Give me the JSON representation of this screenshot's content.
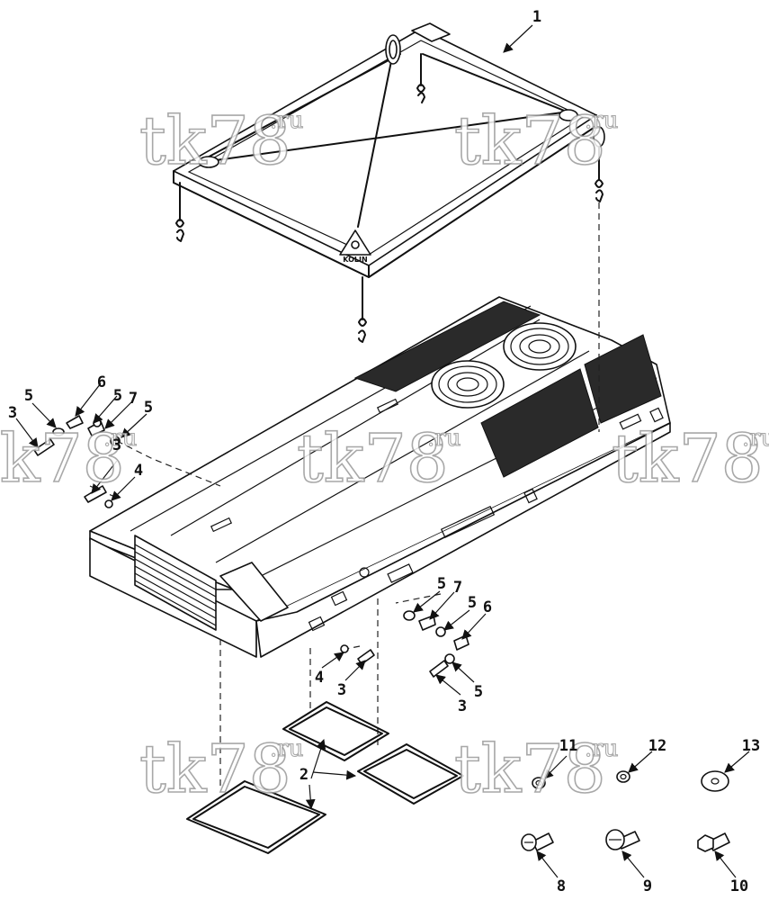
{
  "callouts": {
    "c1": "1",
    "c2": "2",
    "c3a": "3",
    "c3b": "3",
    "c3c": "3",
    "c3d": "3",
    "c4a": "4",
    "c4b": "4",
    "c5a": "5",
    "c5b": "5",
    "c5c": "5",
    "c5d": "5",
    "c5e": "5",
    "c5f": "5",
    "c6a": "6",
    "c6b": "6",
    "c7a": "7",
    "c7b": "7",
    "c8": "8",
    "c9": "9",
    "c10": "10",
    "c11": "11",
    "c12": "12",
    "c13": "13"
  },
  "watermark": {
    "main": "tk78",
    "suffix": ".ru"
  },
  "logo_text": "KOLIN"
}
